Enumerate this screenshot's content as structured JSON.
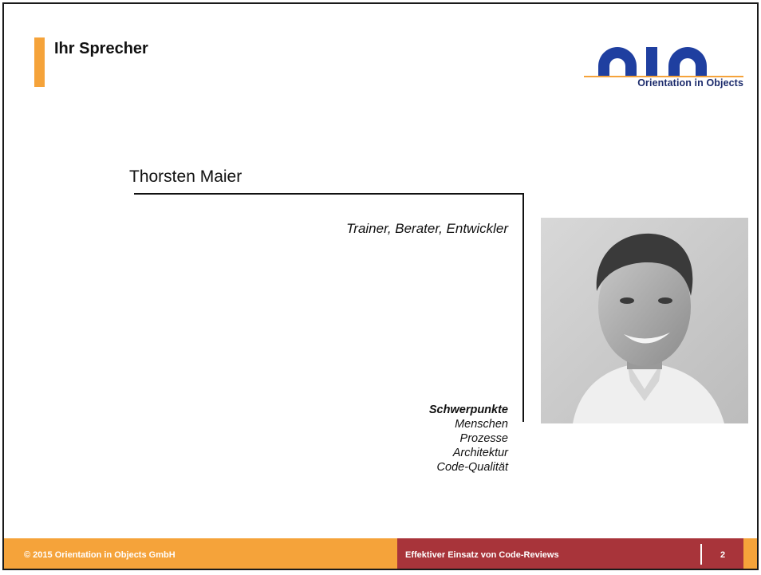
{
  "header": {
    "title": "Ihr Sprecher",
    "logo_text": "Orientation in Objects"
  },
  "speaker": {
    "name": "Thorsten Maier",
    "role": "Trainer, Berater, Entwickler"
  },
  "focus": {
    "heading": "Schwerpunkte",
    "items": [
      "Menschen",
      "Prozesse",
      "Architektur",
      "Code-Qualität"
    ]
  },
  "footer": {
    "copyright": "© 2015 Orientation in Objects GmbH",
    "talk_title": "Effektiver Einsatz von Code-Reviews",
    "page_number": "2"
  },
  "colors": {
    "accent": "#f5a33a",
    "footer_box": "#a8343a",
    "logo_blue": "#1f3fa0"
  }
}
